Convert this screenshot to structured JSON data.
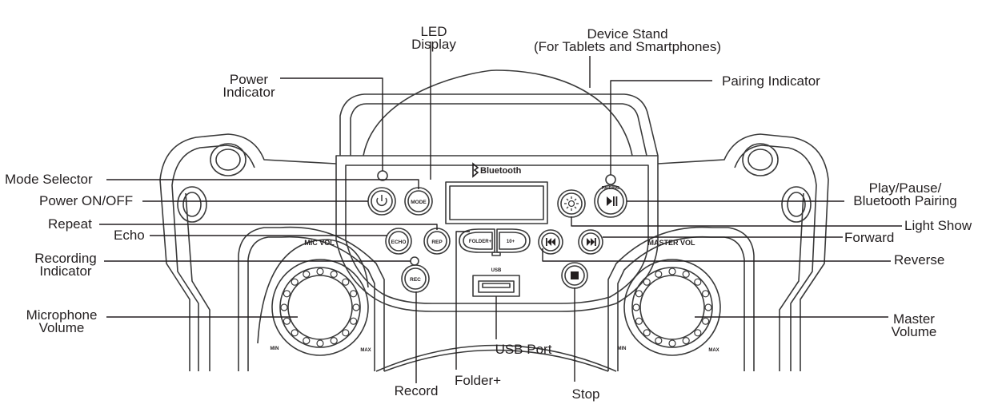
{
  "device": {
    "brand": "Bluetooth",
    "pairing_small": "PAIRING",
    "usb_small": "USB",
    "mic_vol": "MIC VOL",
    "master_vol": "MASTER VOL",
    "min": "MIN",
    "max": "MAX",
    "buttons": {
      "mode": "MODE",
      "echo": "ECHO",
      "rep": "REP",
      "folder": "FOLDER+",
      "ten": "10+",
      "rec": "REC"
    }
  },
  "callouts": {
    "led_display": [
      "LED",
      "Display"
    ],
    "device_stand": [
      "Device Stand",
      "(For Tablets and Smartphones)"
    ],
    "power_indicator": [
      "Power",
      "Indicator"
    ],
    "pairing_indicator": "Pairing Indicator",
    "mode_selector": "Mode Selector",
    "power_onoff": "Power ON/OFF",
    "repeat": "Repeat",
    "echo": "Echo",
    "recording_indicator": [
      "Recording",
      "Indicator"
    ],
    "microphone_volume": [
      "Microphone",
      "Volume"
    ],
    "record": "Record",
    "folder_plus": "Folder+",
    "usb_port": "USB Port",
    "stop": "Stop",
    "play_pause": [
      "Play/Pause/",
      "Bluetooth Pairing"
    ],
    "light_show": "Light Show",
    "forward": "Forward",
    "reverse": "Reverse",
    "master_volume": [
      "Master",
      "Volume"
    ]
  }
}
